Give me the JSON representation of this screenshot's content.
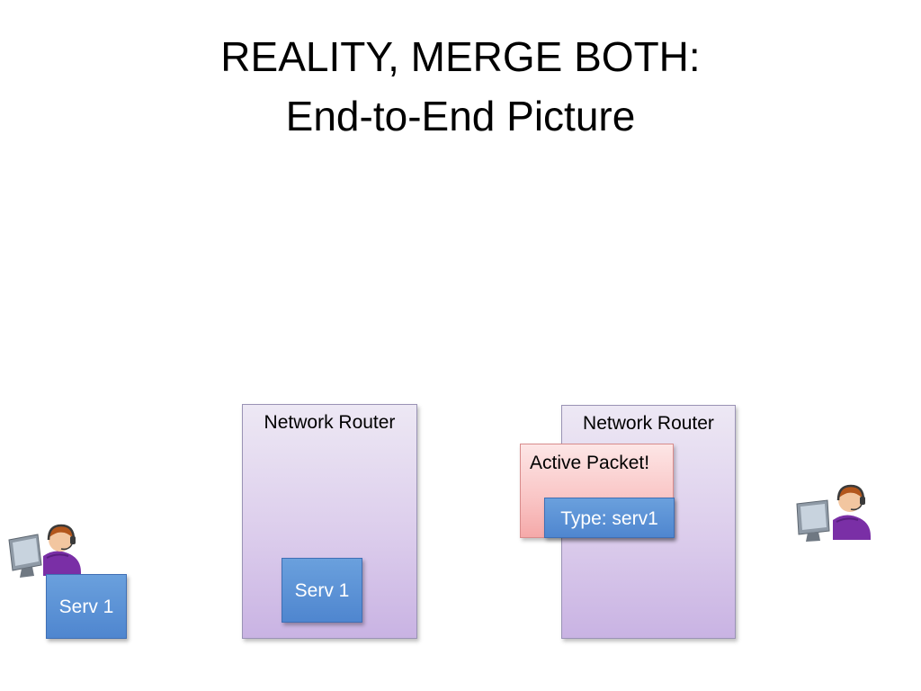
{
  "title": {
    "line1": "REALITY, MERGE BOTH:",
    "line2": "End-to-End Picture"
  },
  "routers": [
    {
      "label": "Network Router",
      "service": "Serv 1"
    },
    {
      "label": "Network Router"
    }
  ],
  "left_service": "Serv 1",
  "packet": {
    "label": "Active Packet!",
    "type_label": "Type: serv1"
  },
  "icons": {
    "left_user": "user-at-computer-icon",
    "right_user": "user-at-computer-icon"
  },
  "colors": {
    "router_fill": "#d8c8ea",
    "service_fill": "#4f86cf",
    "packet_fill": "#f9c4c4"
  }
}
